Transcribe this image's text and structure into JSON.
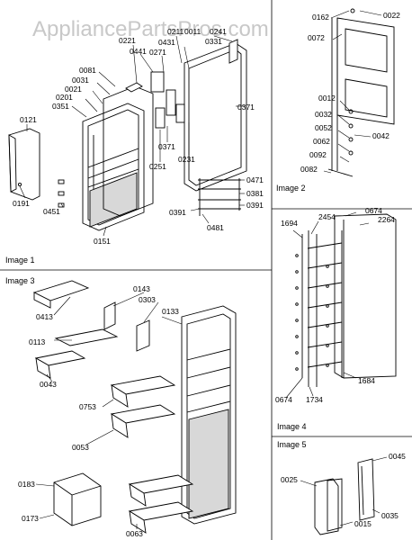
{
  "watermark": "AppliancePartsPros.com",
  "panels": [
    {
      "name": "Image 1"
    },
    {
      "name": "Image 2"
    },
    {
      "name": "Image 3"
    },
    {
      "name": "Image 4"
    },
    {
      "name": "Image 5"
    }
  ],
  "labels": {
    "p1": [
      "0121",
      "0191",
      "0351",
      "0201",
      "0021",
      "0031",
      "0081",
      "0221",
      "0441",
      "0271",
      "0211",
      "0431",
      "0011",
      "0231",
      "0251",
      "0371",
      "0371",
      "0331",
      "0241",
      "0451",
      "0151",
      "0471",
      "0381",
      "0391",
      "0391",
      "0481"
    ],
    "p2": [
      "0162",
      "0022",
      "0072",
      "0012",
      "0032",
      "0052",
      "0062",
      "0042",
      "0092",
      "0082"
    ],
    "p3": [
      "0413",
      "0143",
      "0303",
      "0133",
      "0113",
      "0043",
      "0753",
      "0053",
      "0183",
      "0173",
      "0063"
    ],
    "p4": [
      "2454",
      "0674",
      "2264",
      "1694",
      "0674",
      "1734",
      "1684"
    ],
    "p5": [
      "0045",
      "0025",
      "0015",
      "0035"
    ]
  }
}
